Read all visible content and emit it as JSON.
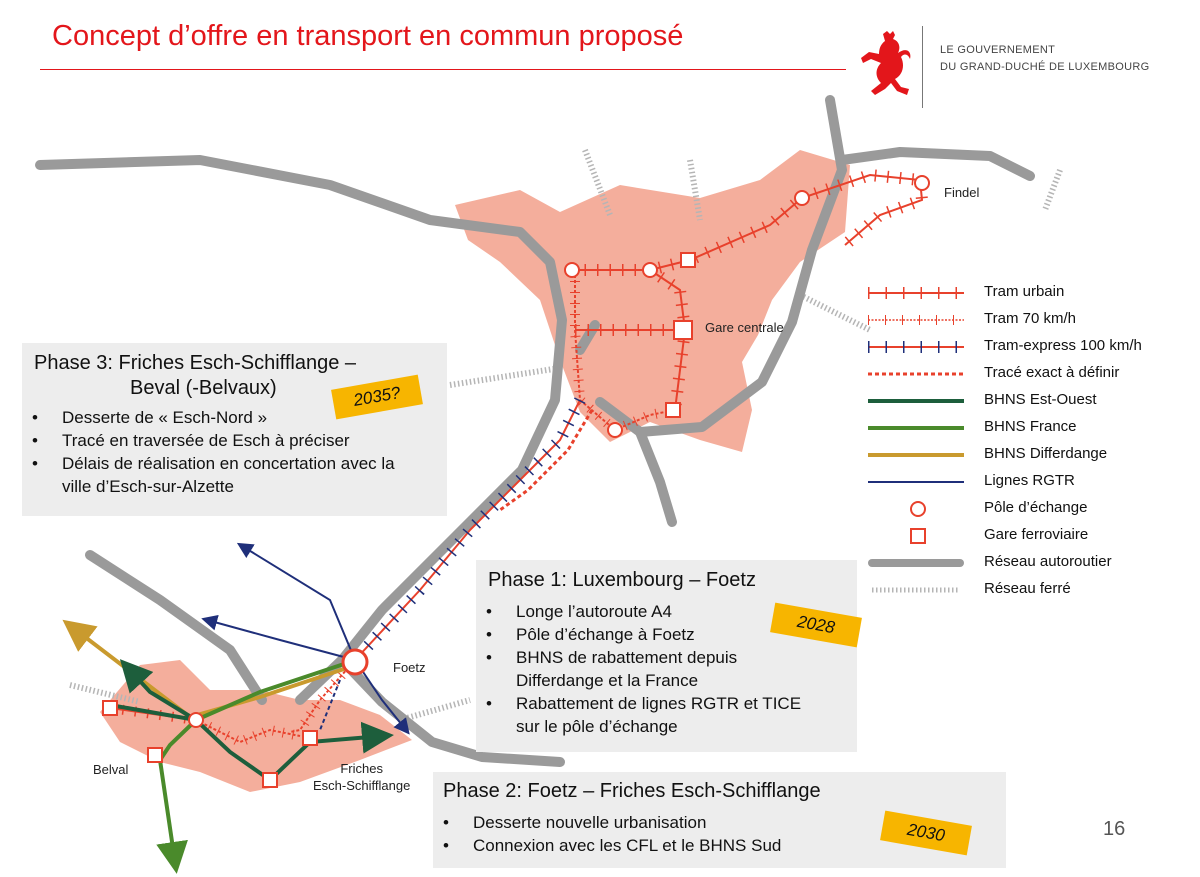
{
  "title": "Concept d’offre en transport en commun proposé",
  "government": {
    "line1": "LE GOUVERNEMENT",
    "line2": "DU GRAND-DUCHÉ DE LUXEMBOURG",
    "logo": "red-lion-icon"
  },
  "map_labels": {
    "findel": "Findel",
    "gare_centrale": "Gare centrale",
    "foetz": "Foetz",
    "belval": "Belval",
    "friches1": "Friches",
    "friches2": "Esch-Schifflange"
  },
  "legend": [
    {
      "label": "Tram urbain",
      "color": "#e8412c"
    },
    {
      "label": "Tram 70 km/h",
      "color": "#e8412c"
    },
    {
      "label": "Tram-express 100 km/h",
      "color": "#1f2f7a"
    },
    {
      "label": "Tracé exact à définir",
      "color": "#e8412c"
    },
    {
      "label": "BHNS Est-Ouest",
      "color": "#1d5e3c"
    },
    {
      "label": "BHNS France",
      "color": "#4a8a2b"
    },
    {
      "label": "BHNS Differdange",
      "color": "#c99a2e"
    },
    {
      "label": "Lignes RGTR",
      "color": "#1f2f7a"
    },
    {
      "label": "Pôle d’échange",
      "color": "#e8412c"
    },
    {
      "label": "Gare ferroviaire",
      "color": "#e8412c"
    },
    {
      "label": "Réseau autoroutier",
      "color": "#9a9a9a"
    },
    {
      "label": "Réseau ferré",
      "color": "#b5b5b5"
    }
  ],
  "phase3": {
    "title1": "Phase 3: Friches Esch-Schifflange –",
    "title2": "Beval (-Belvaux)",
    "year": "2035?",
    "bullets": [
      "Desserte de « Esch-Nord »",
      "Tracé en traversée de Esch à préciser",
      "Délais de réalisation en concertation avec la ville d’Esch-sur-Alzette"
    ]
  },
  "phase1": {
    "title": "Phase 1: Luxembourg – Foetz",
    "year": "2028",
    "bullets": [
      "Longe l’autoroute A4",
      "Pôle d’échange à Foetz",
      "BHNS de rabattement depuis Differdange et la France",
      "Rabattement de lignes RGTR et TICE sur le pôle d’échange"
    ]
  },
  "phase2": {
    "title": "Phase 2: Foetz – Friches Esch-Schifflange",
    "year": "2030",
    "bullets": [
      "Desserte nouvelle urbanisation",
      "Connexion avec les CFL et le BHNS Sud"
    ]
  },
  "page_number": "16",
  "colors": {
    "accent": "#e3161b",
    "urban_area": "#f4ae9c",
    "badge": "#f7b500"
  }
}
